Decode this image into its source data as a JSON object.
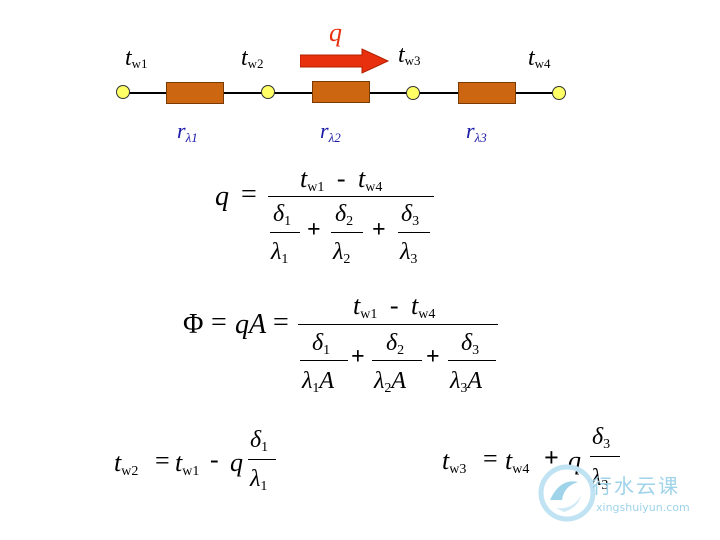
{
  "circuit": {
    "flow_label": "q",
    "nodes": [
      {
        "sym": "t",
        "sub": "w1"
      },
      {
        "sym": "t",
        "sub": "w2"
      },
      {
        "sym": "t",
        "sub": "w3"
      },
      {
        "sym": "t",
        "sub": "w4"
      }
    ],
    "resistors": [
      {
        "sym": "r",
        "sub": "λ1"
      },
      {
        "sym": "r",
        "sub": "λ2"
      },
      {
        "sym": "r",
        "sub": "λ3"
      }
    ],
    "colors": {
      "resistor": "#cc6611",
      "node": "#ffff66",
      "arrow": "#e8300e",
      "label_blue": "#1a1aa6",
      "flow_label": "#e8300e"
    }
  },
  "eq1": {
    "lhs": "q",
    "equals": "=",
    "numerator": {
      "a": "t",
      "a_sub": "w1",
      "minus": "-",
      "b": "t",
      "b_sub": "w4"
    },
    "den_terms": [
      {
        "num": "δ",
        "num_sub": "1",
        "den": "λ",
        "den_sub": "1"
      },
      {
        "num": "δ",
        "num_sub": "2",
        "den": "λ",
        "den_sub": "2"
      },
      {
        "num": "δ",
        "num_sub": "3",
        "den": "λ",
        "den_sub": "3"
      }
    ],
    "plus": "+"
  },
  "eq2": {
    "lhs": "Φ",
    "mid": "qA",
    "equals": "=",
    "numerator": {
      "a": "t",
      "a_sub": "w1",
      "minus": "-",
      "b": "t",
      "b_sub": "w4"
    },
    "den_terms": [
      {
        "num": "δ",
        "num_sub": "1",
        "den": "λ",
        "den_sub": "1",
        "den_extra": "A"
      },
      {
        "num": "δ",
        "num_sub": "2",
        "den": "λ",
        "den_sub": "2",
        "den_extra": "A"
      },
      {
        "num": "δ",
        "num_sub": "3",
        "den": "λ",
        "den_sub": "3",
        "den_extra": "A"
      }
    ],
    "plus": "+"
  },
  "eq3": {
    "lhs": "t",
    "lhs_sub": "w2",
    "equals": "=",
    "a": "t",
    "a_sub": "w1",
    "op": "-",
    "q": "q",
    "num": "δ",
    "num_sub": "1",
    "den": "λ",
    "den_sub": "1"
  },
  "eq4": {
    "lhs": "t",
    "lhs_sub": "w3",
    "equals": "=",
    "a": "t",
    "a_sub": "w4",
    "op": "+",
    "q": "q",
    "num": "δ",
    "num_sub": "3",
    "den": "λ",
    "den_sub": "3"
  },
  "watermark": {
    "brand": "行水云课",
    "url": "xingshuiyun.com",
    "color": "#9fd3ea"
  }
}
